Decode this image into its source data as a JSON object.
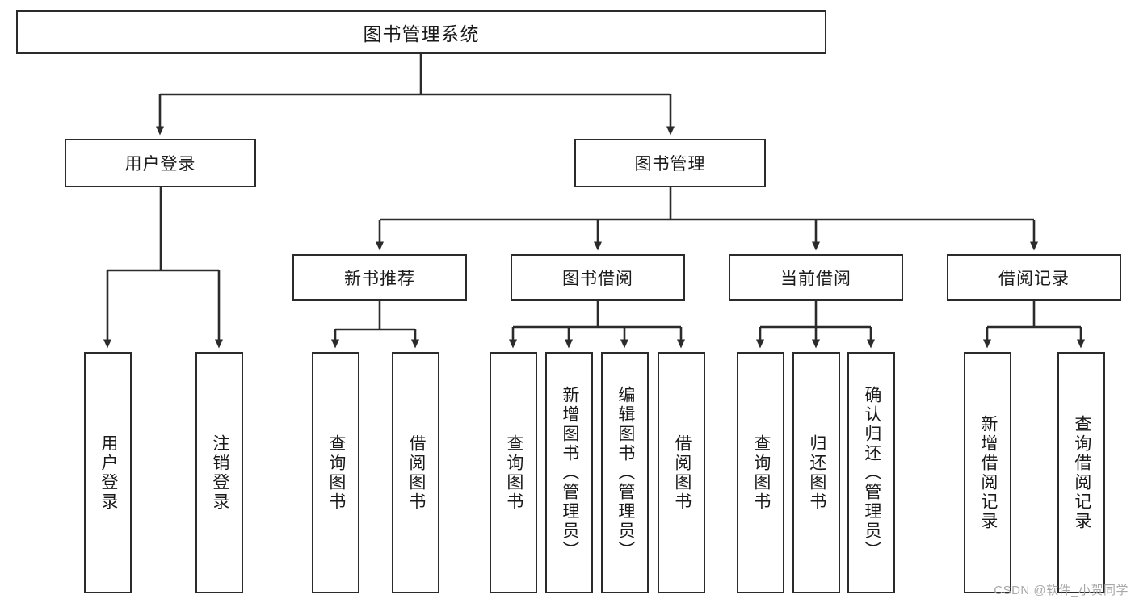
{
  "diagram": {
    "title": "图书管理系统",
    "type": "tree-hierarchy-diagram",
    "style": {
      "box_border_color": "#2b2b2b",
      "box_fill_color": "#ffffff",
      "connector_color": "#2b2b2b",
      "background_color": "#ffffff",
      "watermark_color": "#a8a8a8"
    },
    "root": {
      "label": "图书管理系统"
    },
    "level2": [
      {
        "label": "用户登录"
      },
      {
        "label": "图书管理"
      }
    ],
    "level3": [
      {
        "label": "新书推荐"
      },
      {
        "label": "图书借阅"
      },
      {
        "label": "当前借阅"
      },
      {
        "label": "借阅记录"
      }
    ],
    "leaves": {
      "user_login": [
        {
          "label": "用户登录"
        },
        {
          "label": "注销登录"
        }
      ],
      "new_book_recommend": [
        {
          "label": "查询图书"
        },
        {
          "label": "借阅图书"
        }
      ],
      "book_borrow": [
        {
          "label": "查询图书"
        },
        {
          "label": "新增图书（管理员）"
        },
        {
          "label": "编辑图书（管理员）"
        },
        {
          "label": "借阅图书"
        }
      ],
      "current_borrow": [
        {
          "label": "查询图书"
        },
        {
          "label": "归还图书"
        },
        {
          "label": "确认归还（管理员）"
        }
      ],
      "borrow_records": [
        {
          "label": "新增借阅记录"
        },
        {
          "label": "查询借阅记录"
        }
      ]
    }
  },
  "watermark": {
    "text": "CSDN @软件_小贺同学"
  }
}
